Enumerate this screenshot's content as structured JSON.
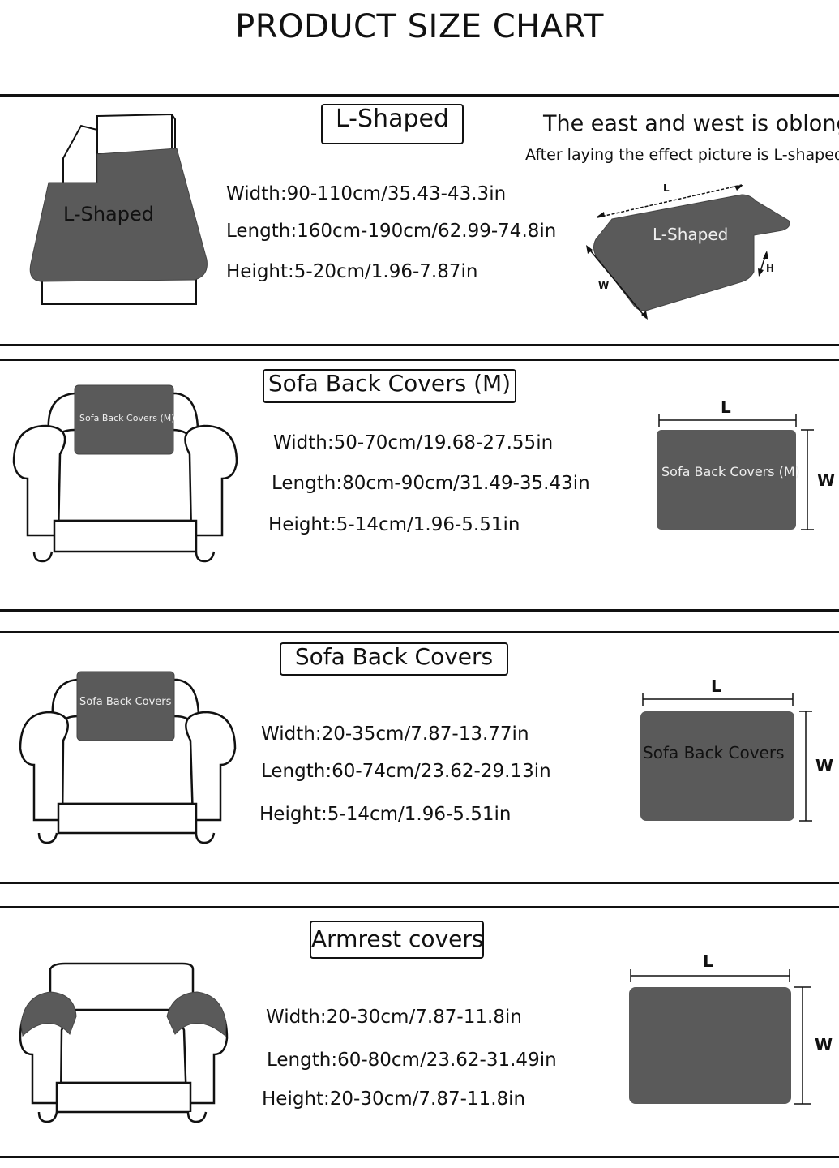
{
  "page": {
    "title": "PRODUCT SIZE CHART"
  },
  "colors": {
    "fill": "#5a5a5a",
    "line": "#111111",
    "background": "#ffffff"
  },
  "sections": [
    {
      "label": "L-Shaped",
      "cushion_label": "L-Shaped",
      "diagram_label": "L-Shaped",
      "note_line1": "The east and west is oblong",
      "note_line2": "After laying the effect picture is L-shaped",
      "specs": [
        "Width:90-110cm/35.43-43.3in",
        "Length:160cm-190cm/62.99-74.8in",
        "Height:5-20cm/1.96-7.87in"
      ],
      "dims": {
        "l": "L",
        "w": "W",
        "h": "H"
      }
    },
    {
      "label": "Sofa Back Covers (M)",
      "cushion_label": "Sofa Back Covers (M)",
      "diagram_label": "Sofa Back Covers (M)",
      "specs": [
        "Width:50-70cm/19.68-27.55in",
        "Length:80cm-90cm/31.49-35.43in",
        "Height:5-14cm/1.96-5.51in"
      ],
      "dims": {
        "l": "L",
        "w": "W"
      }
    },
    {
      "label": "Sofa Back Covers",
      "cushion_label": "Sofa Back Covers",
      "diagram_label": "Sofa Back Covers",
      "specs": [
        "Width:20-35cm/7.87-13.77in",
        "Length:60-74cm/23.62-29.13in",
        "Height:5-14cm/1.96-5.51in"
      ],
      "dims": {
        "l": "L",
        "w": "W"
      }
    },
    {
      "label": "Armrest covers",
      "specs": [
        "Width:20-30cm/7.87-11.8in",
        "Length:60-80cm/23.62-31.49in",
        "Height:20-30cm/7.87-11.8in"
      ],
      "dims": {
        "l": "L",
        "w": "W"
      }
    }
  ]
}
